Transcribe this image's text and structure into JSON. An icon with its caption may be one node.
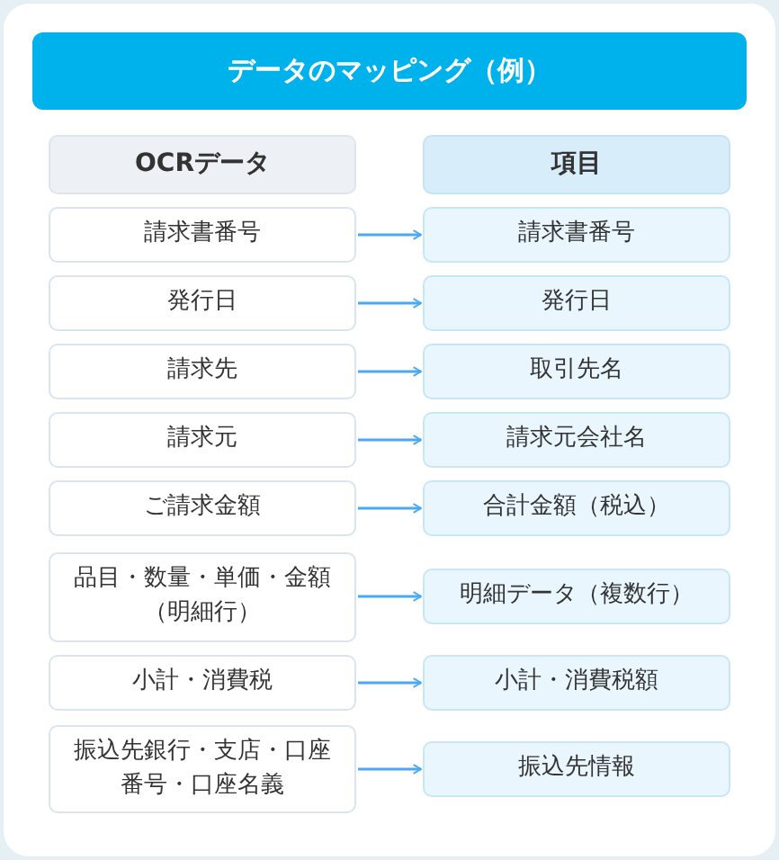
{
  "diagram": {
    "title": "データのマッピング（例）",
    "nodes": [
      {
        "text": [
          "OCRデータ"
        ]
      },
      {
        "text": [
          "項目"
        ]
      },
      {
        "text": [
          "請求書番号"
        ]
      },
      {
        "text": [
          "請求書番号"
        ]
      },
      {
        "text": [
          "発行日"
        ]
      },
      {
        "text": [
          "発行日"
        ]
      },
      {
        "text": [
          "請求先"
        ]
      },
      {
        "text": [
          "取引先名"
        ]
      },
      {
        "text": [
          "請求元"
        ]
      },
      {
        "text": [
          "請求元会社名"
        ]
      },
      {
        "text": [
          "ご請求金額"
        ]
      },
      {
        "text": [
          "合計金額（税込）"
        ]
      },
      {
        "text": [
          "品目・数量・単価・金額（明細行）"
        ]
      },
      {
        "text": [
          "明細データ（複数行）"
        ]
      },
      {
        "text": [
          "小計・消費税"
        ]
      },
      {
        "text": [
          "小計・消費税額"
        ]
      },
      {
        "text": [
          "振込先銀行・支店・口座番号・口座名義"
        ]
      },
      {
        "text": [
          "振込先情報"
        ]
      }
    ],
    "edges": [
      {
        "from": 2,
        "to": 3,
        "arrow": "to"
      },
      {
        "from": 4,
        "to": 5,
        "arrow": "to"
      },
      {
        "from": 6,
        "to": 7,
        "arrow": "to"
      },
      {
        "from": 8,
        "to": 9,
        "arrow": "to"
      },
      {
        "from": 10,
        "to": 11,
        "arrow": "to"
      },
      {
        "from": 12,
        "to": 13,
        "arrow": "to"
      },
      {
        "from": 14,
        "to": 15,
        "arrow": "to"
      },
      {
        "from": 16,
        "to": 17,
        "arrow": "to"
      }
    ]
  }
}
